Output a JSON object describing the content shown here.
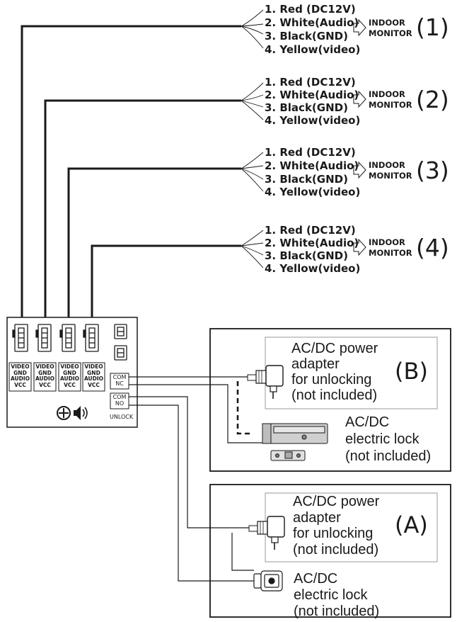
{
  "monitor_groups": [
    {
      "lines": [
        "1. Red (DC12V)",
        "2. White(Audio)",
        "3. Black(GND)",
        "4. Yellow(video)"
      ],
      "target": [
        "INDOOR",
        "MONITOR"
      ],
      "number": "(1)"
    },
    {
      "lines": [
        "1. Red (DC12V)",
        "2. White(Audio)",
        "3. Black(GND)",
        "4. Yellow(video)"
      ],
      "target": [
        "INDOOR",
        "MONITOR"
      ],
      "number": "(2)"
    },
    {
      "lines": [
        "1. Red (DC12V)",
        "2. White(Audio)",
        "3. Black(GND)",
        "4. Yellow(video)"
      ],
      "target": [
        "INDOOR",
        "MONITOR"
      ],
      "number": "(3)"
    },
    {
      "lines": [
        "1. Red (DC12V)",
        "2. White(Audio)",
        "3. Black(GND)",
        "4. Yellow(video)"
      ],
      "target": [
        "INDOOR",
        "MONITOR"
      ],
      "number": "(4)"
    }
  ],
  "device": {
    "port_labels": [
      [
        "VIDEO",
        "GND",
        "AUDIO",
        "VCC"
      ],
      [
        "VIDEO",
        "GND",
        "AUDIO",
        "VCC"
      ],
      [
        "VIDEO",
        "GND",
        "AUDIO",
        "VCC"
      ],
      [
        "VIDEO",
        "GND",
        "AUDIO",
        "VCC"
      ]
    ],
    "relay_b": [
      "COM",
      "NC"
    ],
    "relay_a": [
      "COM",
      "NO"
    ],
    "unlock_label": "UNLOCK"
  },
  "section_b": {
    "label": "(B)",
    "adapter": [
      "AC/DC power",
      "adapter",
      "for unlocking",
      "(not included)"
    ],
    "lock": [
      "AC/DC",
      "electric lock",
      "(not included)"
    ]
  },
  "section_a": {
    "label": "(A)",
    "adapter": [
      "AC/DC power",
      "adapter",
      "for unlocking",
      "(not included)"
    ],
    "lock": [
      "AC/DC",
      "electric lock",
      "(not included)"
    ]
  }
}
